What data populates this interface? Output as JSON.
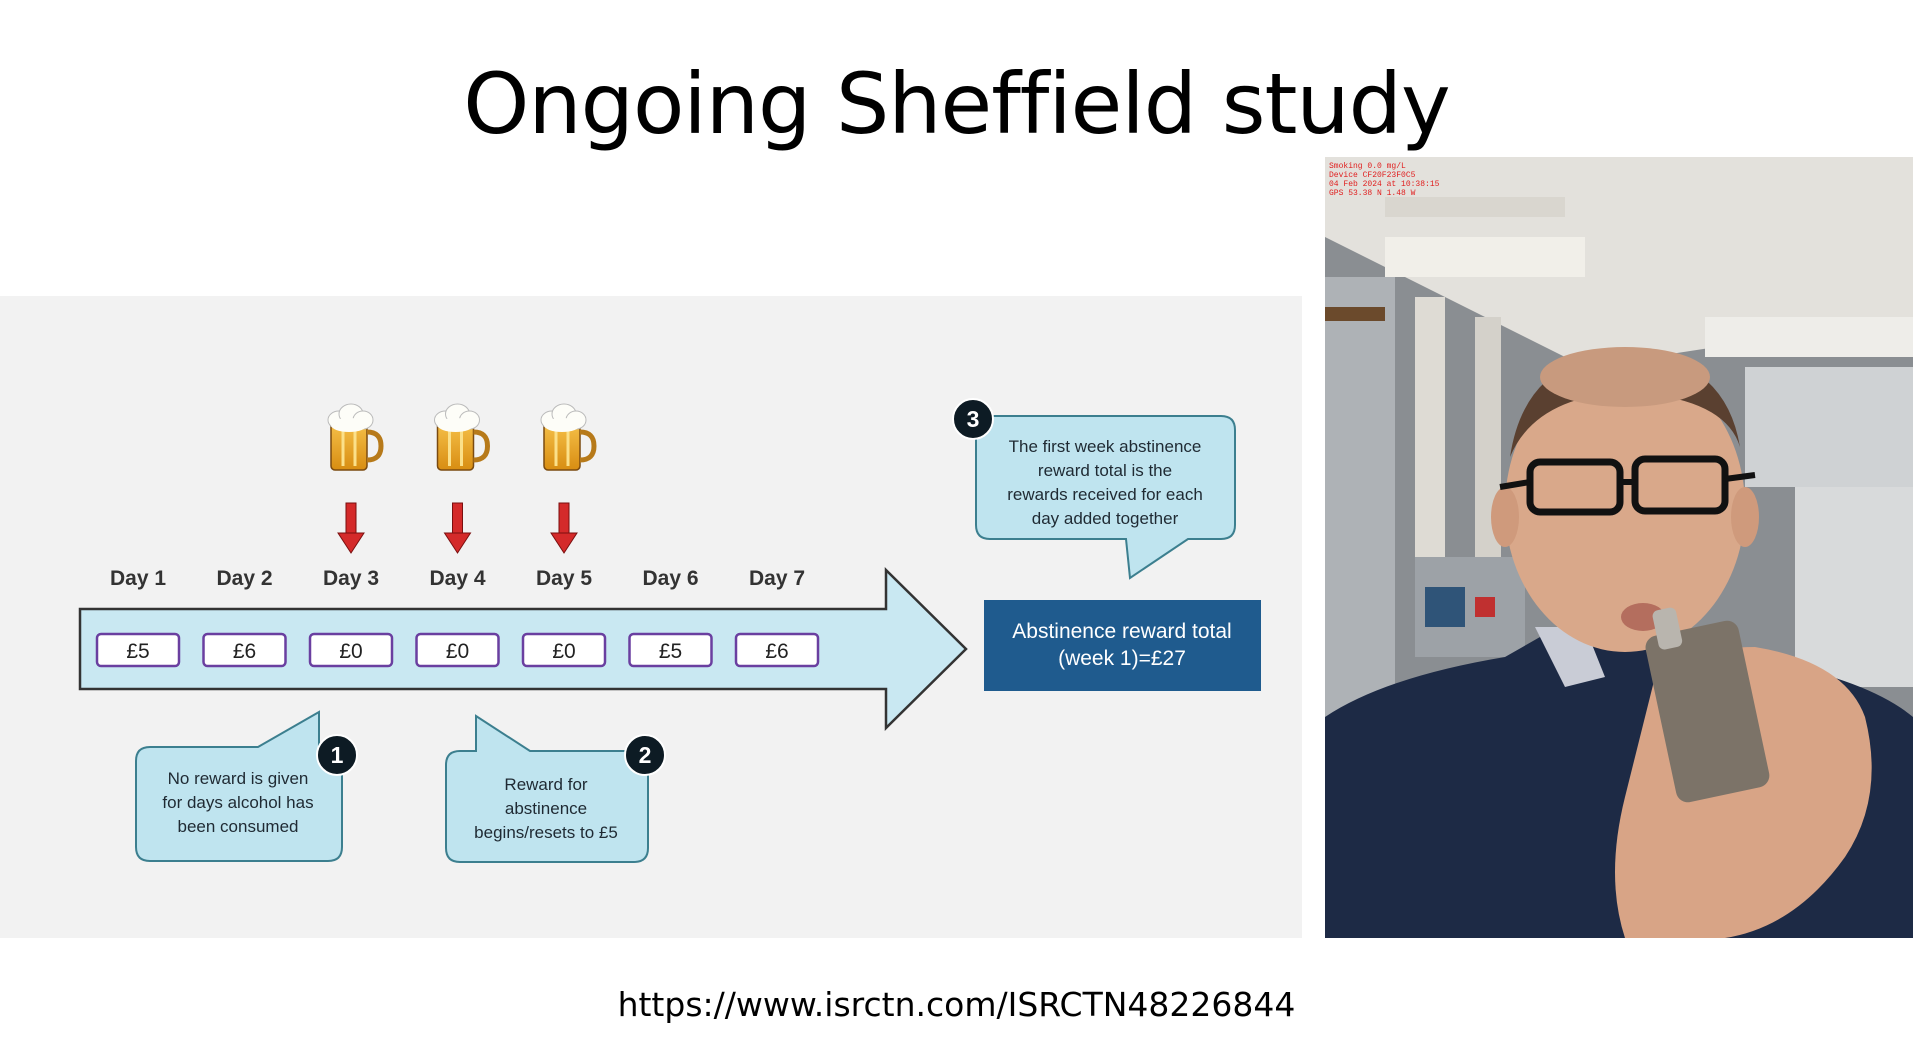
{
  "slide": {
    "title": "Ongoing Sheffield study",
    "url": "https://www.isrctn.com/ISRCTN48226844"
  },
  "timeline": {
    "days": [
      {
        "label": "Day 1",
        "amount": "£5",
        "alcohol": false
      },
      {
        "label": "Day 2",
        "amount": "£6",
        "alcohol": false
      },
      {
        "label": "Day 3",
        "amount": "£0",
        "alcohol": true
      },
      {
        "label": "Day 4",
        "amount": "£0",
        "alcohol": true
      },
      {
        "label": "Day 5",
        "amount": "£0",
        "alcohol": true
      },
      {
        "label": "Day 6",
        "amount": "£5",
        "alcohol": false
      },
      {
        "label": "Day 7",
        "amount": "£6",
        "alcohol": false
      }
    ],
    "total": {
      "line1": "Abstinence reward total",
      "line2": "(week 1)=£27"
    }
  },
  "callouts": [
    {
      "number": "1",
      "lines": [
        "No reward is given",
        "for days alcohol has",
        "been consumed"
      ]
    },
    {
      "number": "2",
      "lines": [
        "Reward for",
        "abstinence",
        "begins/resets to £5"
      ]
    },
    {
      "number": "3",
      "lines": [
        "The first week abstinence",
        "reward total is the",
        "rewards received for each",
        "day added together"
      ]
    }
  ],
  "photo_overlay": [
    "Smoking 0.0 mg/L",
    "Device CF20F23F0C5",
    "04 Feb 2024 at 10:38:15",
    "GPS 53.38 N 1.48 W"
  ],
  "colors": {
    "arrow_fill": "#c9e8f2",
    "callout_fill": "#bfe4ef",
    "total_box": "#1f5b8e",
    "day_box_border": "#6a3fa0",
    "drink_arrow": "#d42a2a"
  }
}
